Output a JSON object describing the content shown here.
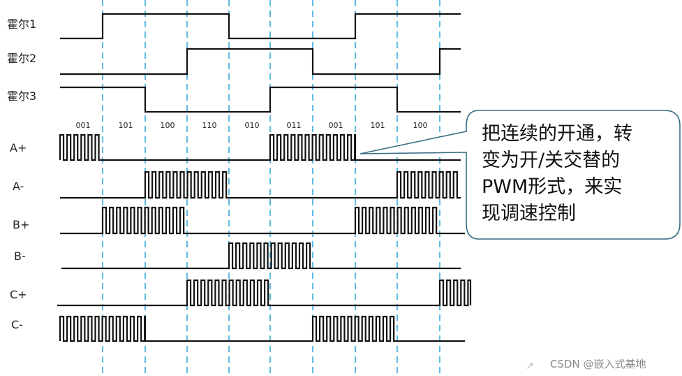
{
  "colors": {
    "signal": "#111111",
    "divider": "#2aa6d9",
    "callout_border": "#3a6e86",
    "watermark": "#8a8a8a"
  },
  "hall_signals": [
    {
      "id": "hall1",
      "label": "霍尔1"
    },
    {
      "id": "hall2",
      "label": "霍尔2"
    },
    {
      "id": "hall3",
      "label": "霍尔3"
    }
  ],
  "hall_codes": [
    "001",
    "101",
    "100",
    "110",
    "010",
    "011",
    "001",
    "101",
    "100"
  ],
  "drive_signals": [
    {
      "id": "a_plus",
      "label": "A+"
    },
    {
      "id": "a_minus",
      "label": "A-"
    },
    {
      "id": "b_plus",
      "label": "B+"
    },
    {
      "id": "b_minus",
      "label": "B-"
    },
    {
      "id": "c_plus",
      "label": "C+"
    },
    {
      "id": "c_minus",
      "label": "C-"
    }
  ],
  "callout": {
    "lines": [
      "把连续的开通，转",
      "变为开/关交替的",
      "PWM形式，来实",
      "现调速控制"
    ]
  },
  "watermark": {
    "text": "CSDN @嵌入式基地"
  }
}
